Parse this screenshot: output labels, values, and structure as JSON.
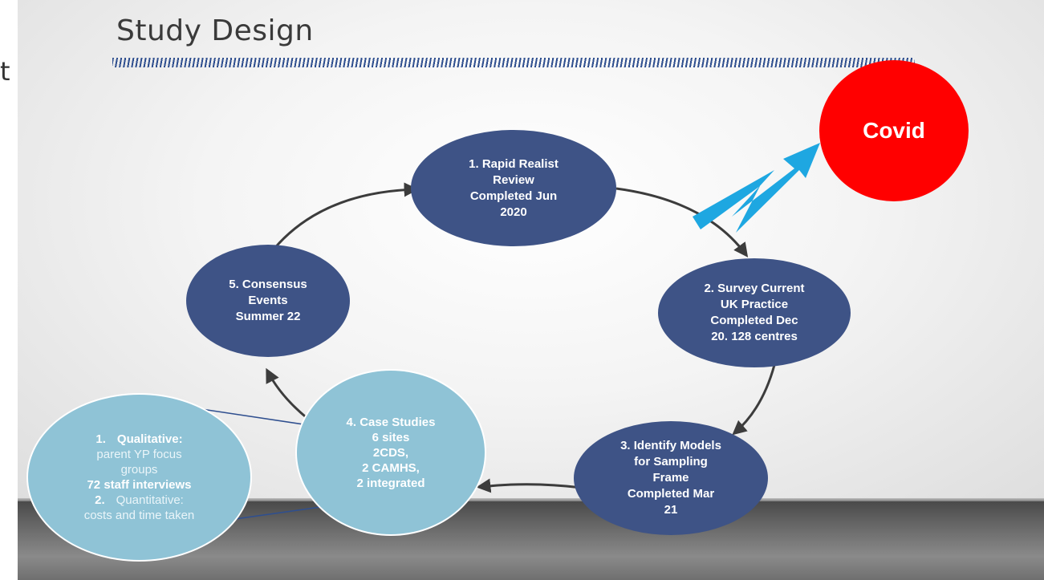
{
  "slide": {
    "title": "Study Design",
    "edge_mark": "t"
  },
  "stages": {
    "s1": [
      "1. Rapid Realist",
      "Review",
      "Completed Jun",
      "2020"
    ],
    "s2": [
      "2. Survey Current",
      "UK Practice",
      "Completed Dec",
      "20. 128 centres"
    ],
    "s3": [
      "3. Identify Models",
      "for Sampling",
      "Frame",
      "Completed Mar",
      "21"
    ],
    "s4": [
      "4. Case Studies",
      "6 sites",
      "2CDS,",
      "2 CAMHS,",
      "2 integrated"
    ],
    "s5": [
      "5. Consensus",
      "Events",
      "Summer 22"
    ]
  },
  "detail": {
    "item1_num": "1.",
    "item1_label": "Qualitative:",
    "item1_line1": "parent YP focus",
    "item1_line2": "groups",
    "item1_line3": "72 staff interviews",
    "item2_num": "2.",
    "item2_label": "Quantitative:",
    "item2_line1": "costs and time taken"
  },
  "covid": {
    "label": "Covid"
  },
  "colors": {
    "stage_fill": "#3e5386",
    "case_fill": "#8fc3d6",
    "covid_fill": "#ff0000",
    "bolt": "#1ea7e1",
    "arrow": "#3c3c3c"
  }
}
